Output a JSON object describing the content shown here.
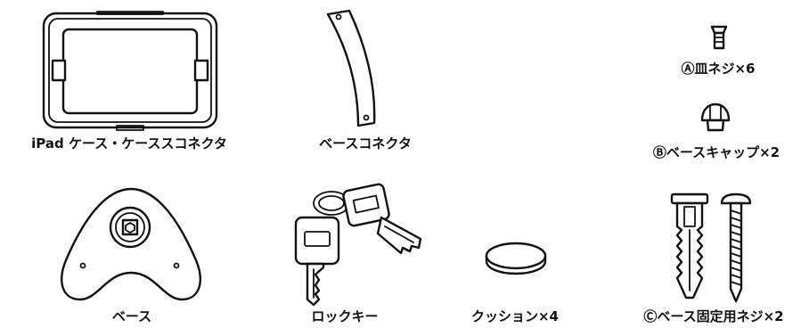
{
  "labels": {
    "ipad_case": "iPad ケース・ケーススコネクタ",
    "base_connector": "ベースコネクタ",
    "flat_screw": "Ⓐ皿ネジ×6",
    "base_cap": "Ⓑベースキャップ×2",
    "base": "ベース",
    "lock_key": "ロックキー",
    "cushion": "クッション×4",
    "base_fixing_screw": "Ⓒベース固定用ネジ×2"
  }
}
